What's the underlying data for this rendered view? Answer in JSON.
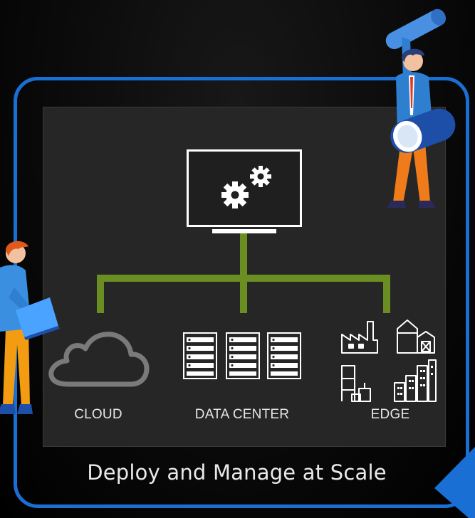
{
  "caption": "Deploy and Manage at Scale",
  "labels": {
    "cloud": "CLOUD",
    "data_center": "DATA CENTER",
    "edge": "EDGE"
  },
  "icons": {
    "monitor": "monitor-gears-icon",
    "cloud": "cloud-icon",
    "servers": "server-racks-icon",
    "edge": "edge-buildings-icon",
    "person_left": "person-with-laptop-illustration",
    "person_right": "person-holding-blocks-illustration"
  },
  "colors": {
    "background": "#000000",
    "frame_border": "#1a6fd4",
    "panel": "#262626",
    "connector": "#6b8e23",
    "icon_stroke": "#ffffff",
    "cloud_stroke": "#7a7a7a"
  }
}
